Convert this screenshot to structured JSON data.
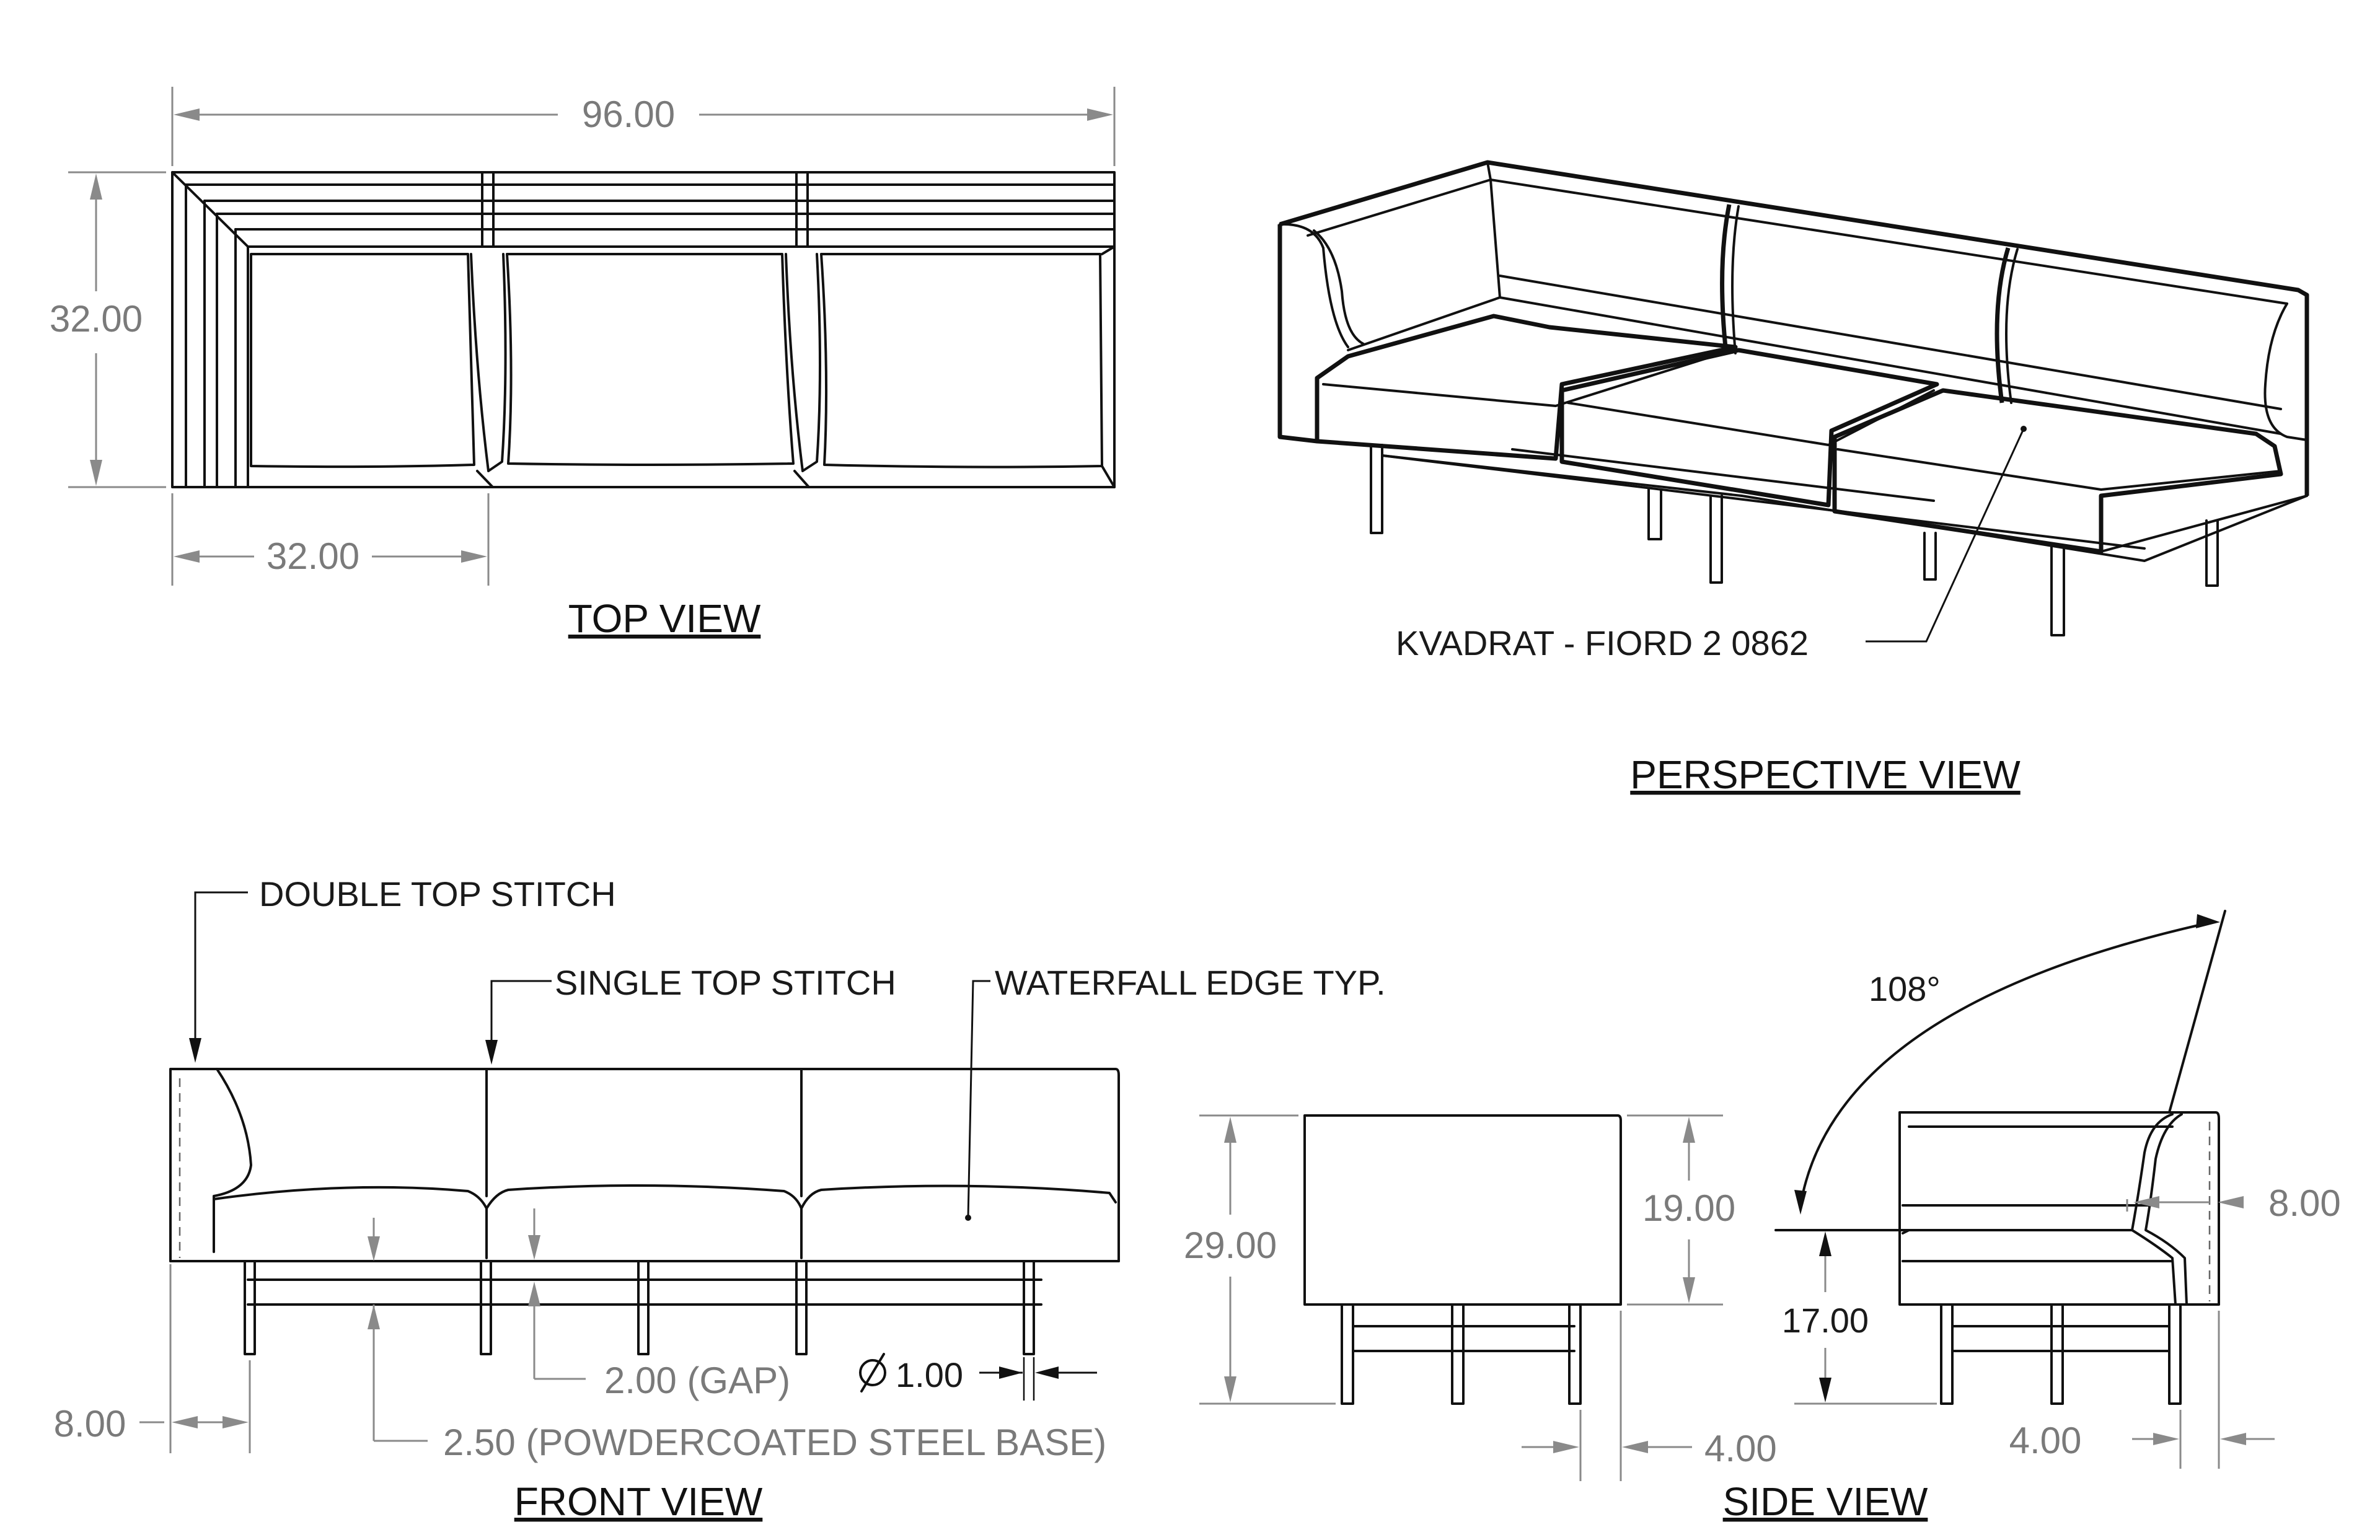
{
  "views": {
    "top": "TOP VIEW",
    "perspective": "PERSPECTIVE VIEW",
    "front": "FRONT VIEW",
    "side": "SIDE VIEW"
  },
  "dimensions": {
    "overall_width": "96.00",
    "depth": "32.00",
    "module_width": "32.00",
    "height_29": "29.00",
    "height_19": "19.00",
    "leg_inset_front": "8.00",
    "gap": "2.00 (GAP)",
    "base": "2.50 (POWDERCOATED STEEL BASE)",
    "diameter": "1.00",
    "leg_inset_end": "4.00",
    "seat_height": "17.00",
    "back_thickness": "8.00",
    "leg_inset_side": "4.00",
    "back_angle": "108°"
  },
  "notes": {
    "fabric": "KVADRAT - FIORD 2 0862",
    "double_stitch": "DOUBLE TOP STITCH",
    "single_stitch": "SINGLE TOP STITCH",
    "waterfall": "WATERFALL EDGE TYP."
  }
}
